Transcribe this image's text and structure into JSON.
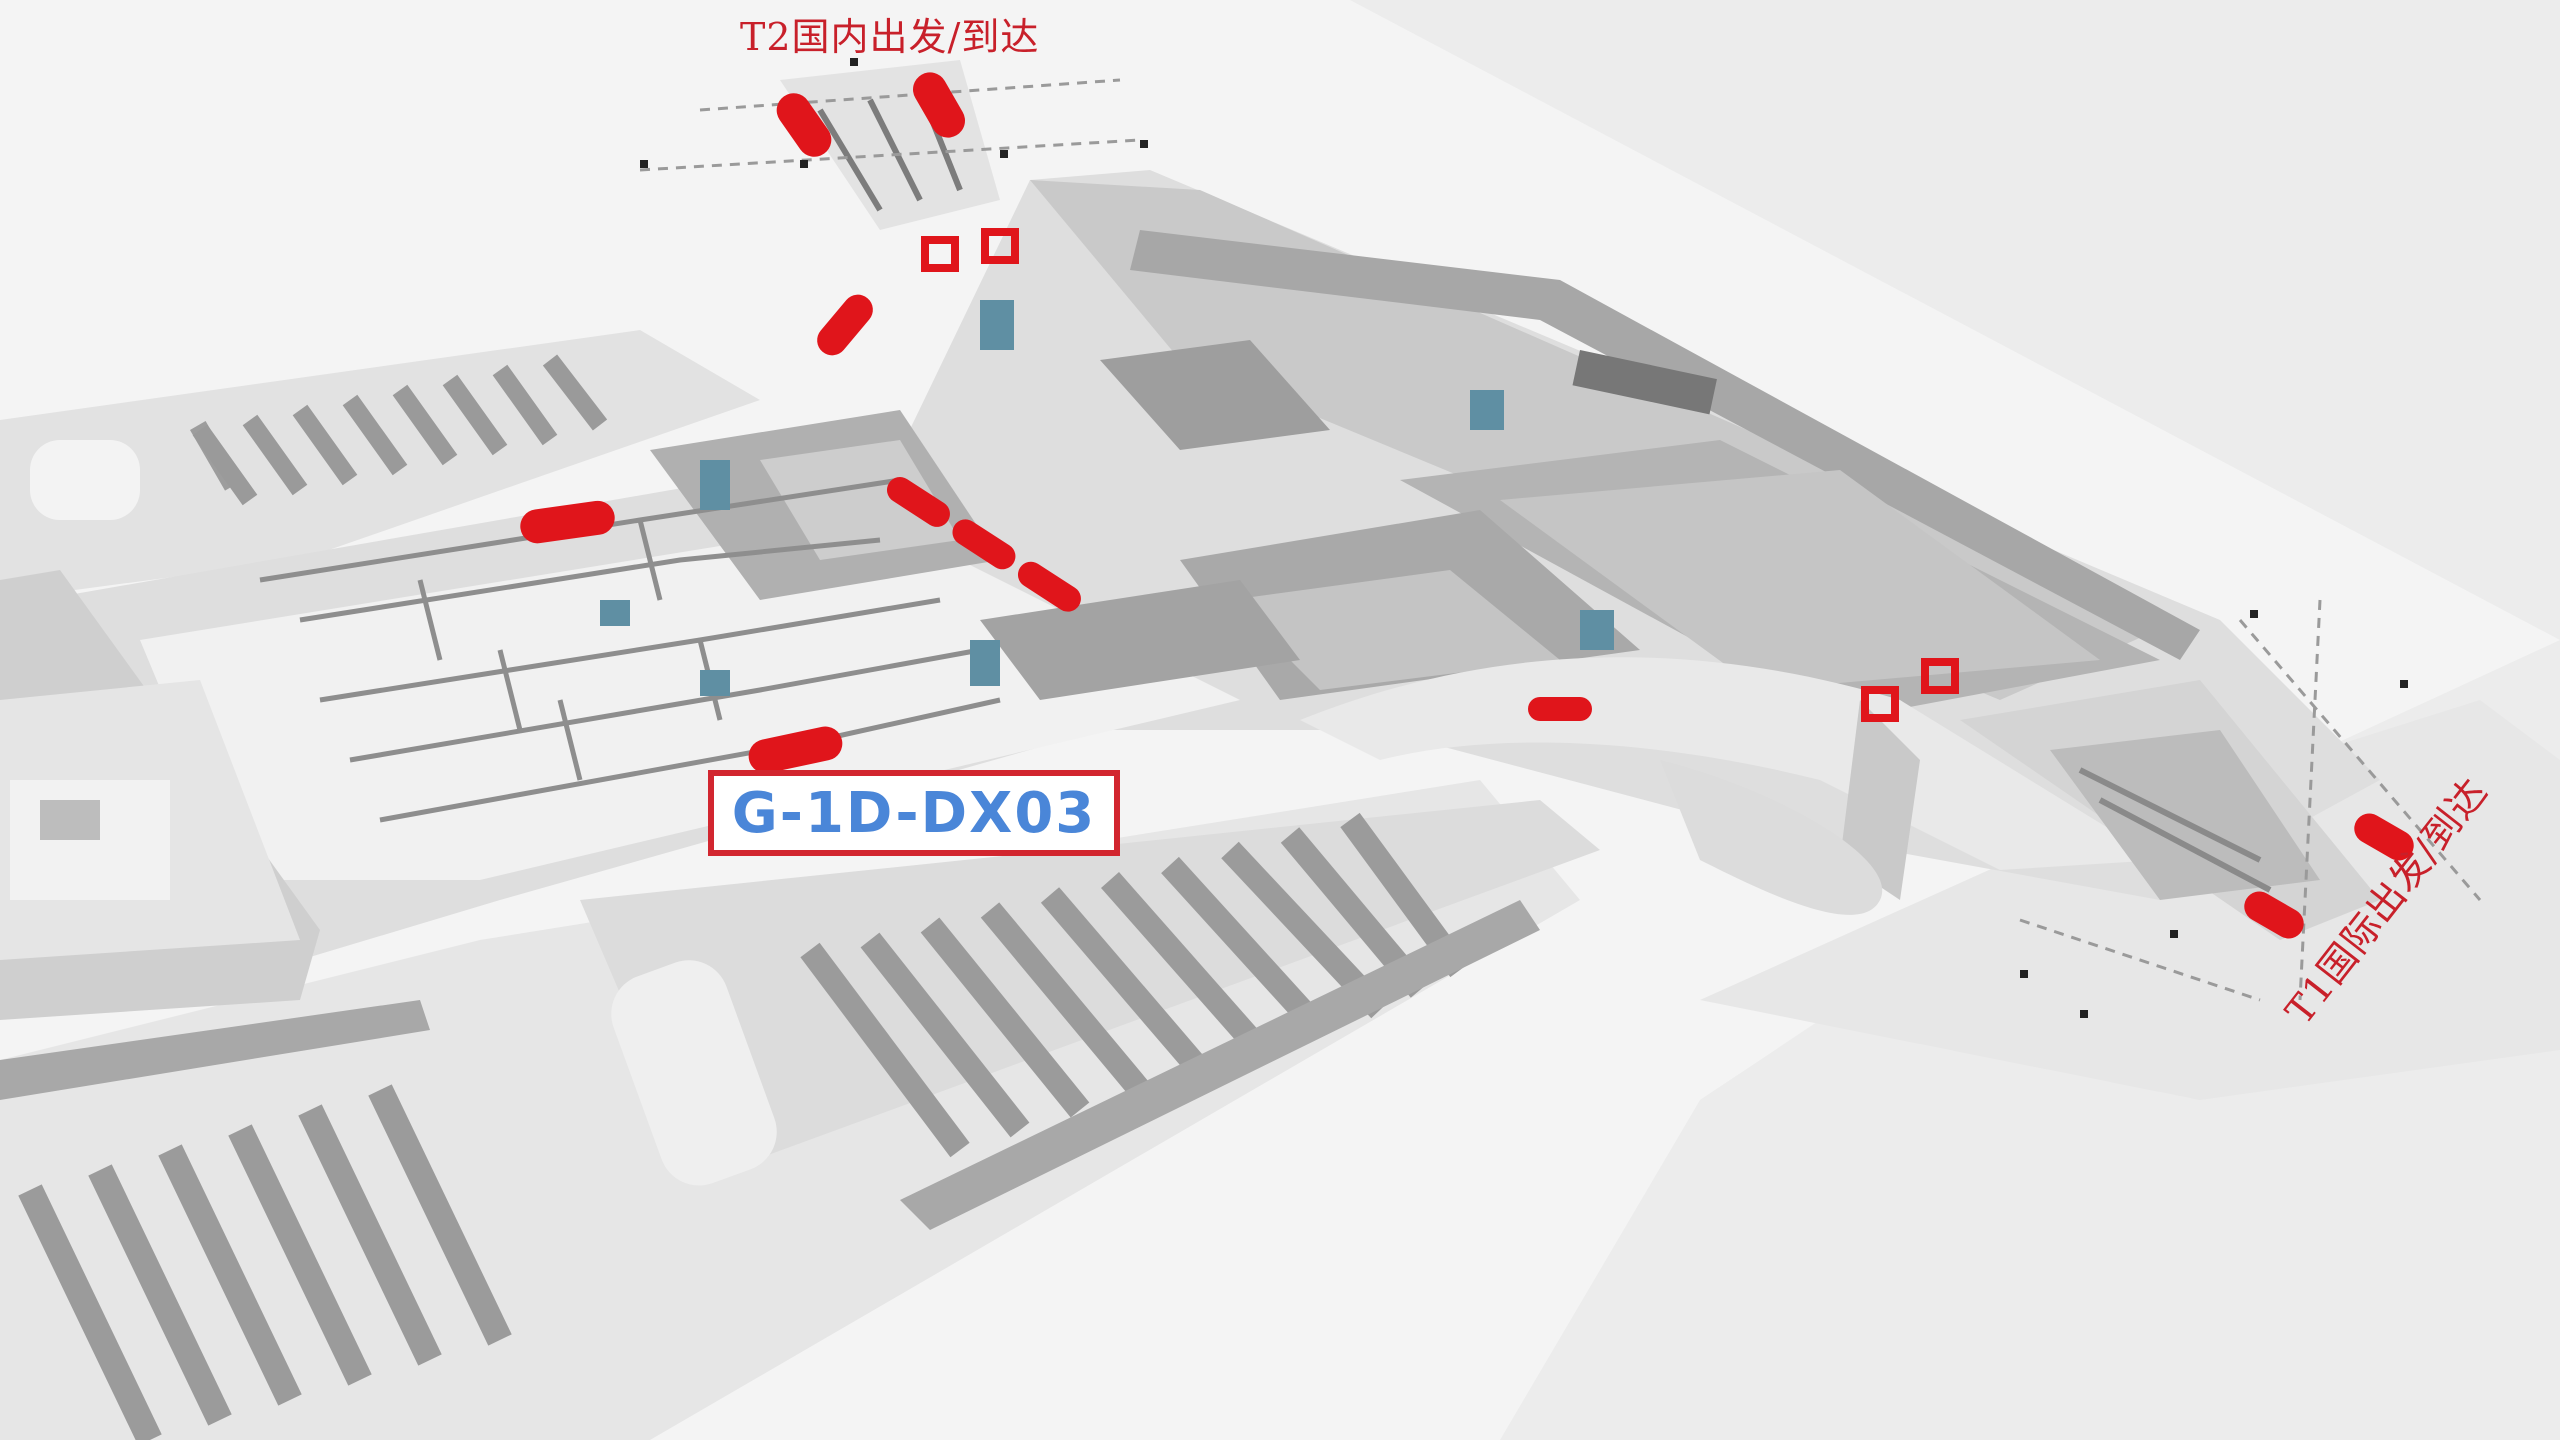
{
  "diagram": {
    "labels": {
      "t2": "T2国内出发/到达",
      "t1": "T1国际出发/到达",
      "location_code": "G-1D-DX03"
    },
    "colors": {
      "marker": "#e0151b",
      "label_text": "#c8202a",
      "tag_border": "#d2262f",
      "tag_text": "#4a86d8",
      "background": "#f4f4f4"
    },
    "icons": [
      "red-pill-marker",
      "red-square-marker",
      "escalator-stack"
    ]
  }
}
